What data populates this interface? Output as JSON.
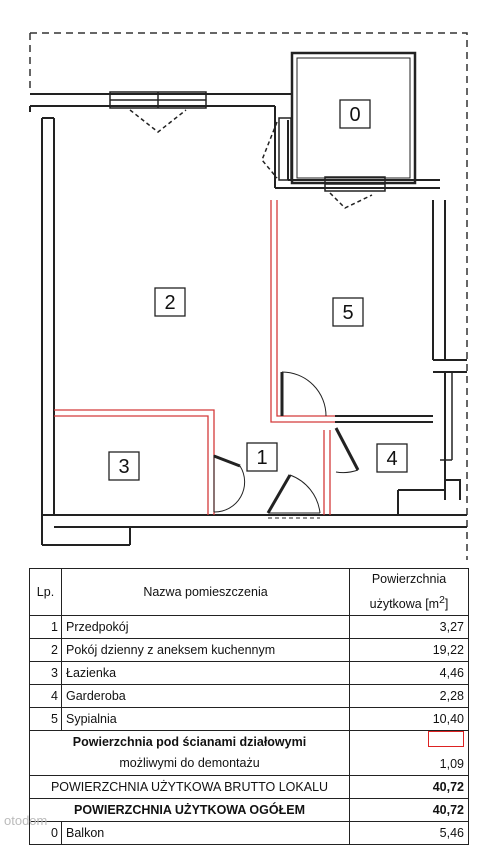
{
  "plan": {
    "rooms": [
      {
        "id": "2",
        "label": "2"
      },
      {
        "id": "0",
        "label": "0"
      },
      {
        "id": "5",
        "label": "5"
      },
      {
        "id": "3",
        "label": "3"
      },
      {
        "id": "1",
        "label": "1"
      },
      {
        "id": "4",
        "label": "4"
      }
    ]
  },
  "table": {
    "header": {
      "lp": "Lp.",
      "name": "Nazwa pomieszczenia",
      "area_line1": "Powierzchnia",
      "area_line2": "użytkowa [m",
      "area_sup": "2",
      "area_end": "]"
    },
    "rows": [
      {
        "lp": "1",
        "name": "Przedpokój",
        "area": "3,27"
      },
      {
        "lp": "2",
        "name": "Pokój dzienny z aneksem kuchennym",
        "area": "19,22"
      },
      {
        "lp": "3",
        "name": "Łazienka",
        "area": "4,46"
      },
      {
        "lp": "4",
        "name": "Garderoba",
        "area": "2,28"
      },
      {
        "lp": "5",
        "name": "Sypialnia",
        "area": "10,40"
      }
    ],
    "walls_row": {
      "line1": "Powierzchnia pod ścianami działowymi",
      "line2": "możliwymi do demontażu",
      "area": "1,09"
    },
    "brutto": {
      "label": "POWIERZCHNIA UŻYTKOWA BRUTTO LOKALU",
      "area": "40,72"
    },
    "total": {
      "label": "POWIERZCHNIA UŻYTKOWA OGÓŁEM",
      "area": "40,72"
    },
    "balcony": {
      "lp": "0",
      "name": "Balkon",
      "area": "5,46"
    }
  },
  "watermark": "otodom",
  "colors": {
    "wall": "#222222",
    "red_line": "#d43a3a",
    "dash": "#333333"
  }
}
